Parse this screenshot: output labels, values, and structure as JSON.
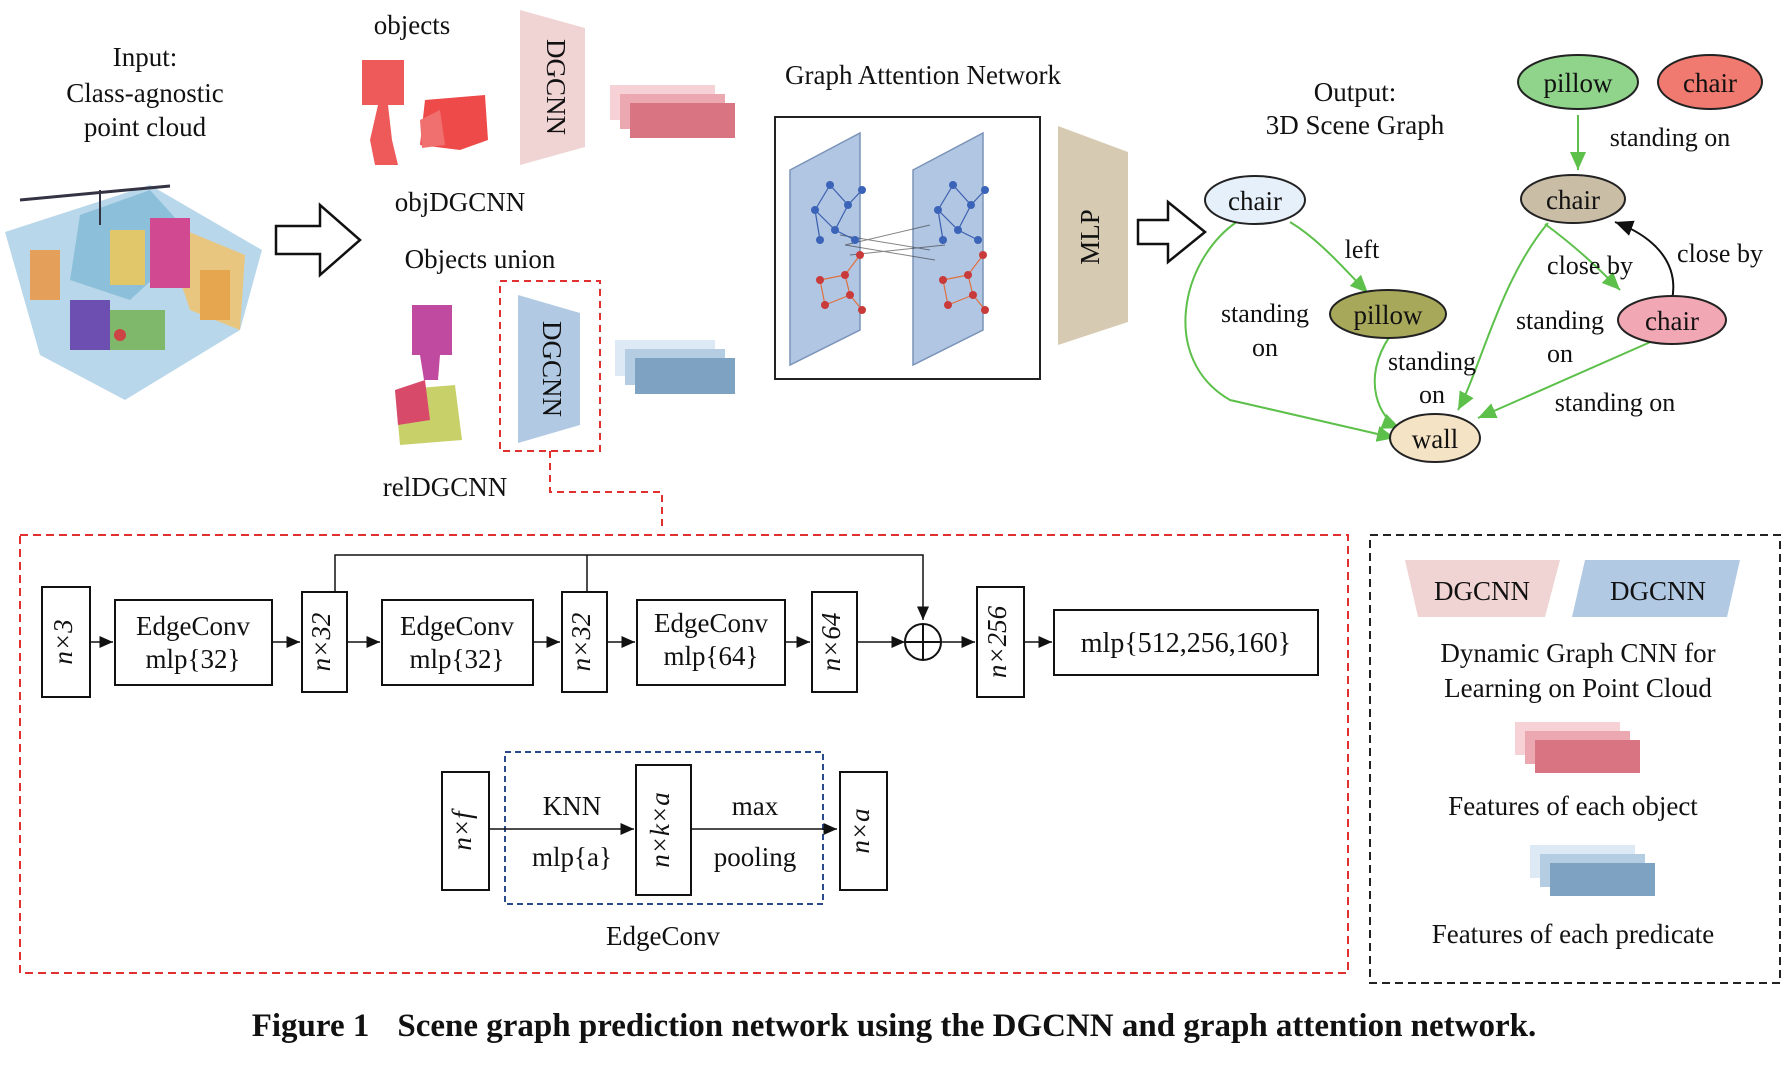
{
  "input": {
    "line1": "Input:",
    "line2": "Class-agnostic",
    "line3": "point cloud"
  },
  "objects_label": "objects",
  "dgcnn_label": "DGCNN",
  "obj_dgcnn_label": "objDGCNN",
  "objects_union_label": "Objects union",
  "rel_dgcnn_label": "relDGCNN",
  "gat_title": "Graph Attention Network",
  "mlp_label": "MLP",
  "output": {
    "line1": "Output:",
    "line2": "3D Scene Graph"
  },
  "scene_graph": {
    "nodes": {
      "chair_a": "chair",
      "pillow_a": "pillow",
      "wall": "wall",
      "pillow_b": "pillow",
      "chair_b": "chair",
      "chair_c": "chair",
      "chair_d": "chair"
    },
    "edges": {
      "left": "left",
      "standing_1": "standing",
      "on_1": "on",
      "standing_2": "standing",
      "on_2": "on",
      "standing_on_top": "standing on",
      "close_by_1": "close by",
      "close_by_2": "close by",
      "standing_3": "standing",
      "on_3": "on",
      "standing_on_bottom": "standing on"
    },
    "colors": {
      "chair_light_blue": "#e6f0fa",
      "pillow_olive": "#a8a85a",
      "wall_beige": "#f5e3c6",
      "pillow_green": "#8fd48a",
      "chair_red": "#f07a70",
      "chair_taupe": "#c9bda6",
      "chair_pink": "#f2a8b4",
      "edge_green": "#5cc04a"
    }
  },
  "pipeline": {
    "n3": "n×3",
    "ec1_line1": "EdgeConv",
    "ec1_line2": "mlp{32}",
    "n32a": "n×32",
    "ec2_line1": "EdgeConv",
    "ec2_line2": "mlp{32}",
    "n32b": "n×32",
    "ec3_line1": "EdgeConv",
    "ec3_line2": "mlp{64}",
    "n64": "n×64",
    "plus": "⊕",
    "n256": "n×256",
    "mlp_out": "mlp{512,256,160}"
  },
  "edgeconv": {
    "nf": "n×f",
    "knn": "KNN",
    "mlp_a": "mlp{a}",
    "nka": "n×k×a",
    "max": "max",
    "pooling": "pooling",
    "na": "n×a",
    "label": "EdgeConv"
  },
  "legend": {
    "dgcnn_pink": "DGCNN",
    "dgcnn_blue": "DGCNN",
    "desc_line1": "Dynamic Graph CNN for",
    "desc_line2": "Learning on Point Cloud",
    "features_object": "Features of each object",
    "features_predicate": "Features of each predicate"
  },
  "caption": {
    "figure": "Figure 1",
    "text": "Scene graph prediction network using the DGCNN and graph attention network."
  }
}
